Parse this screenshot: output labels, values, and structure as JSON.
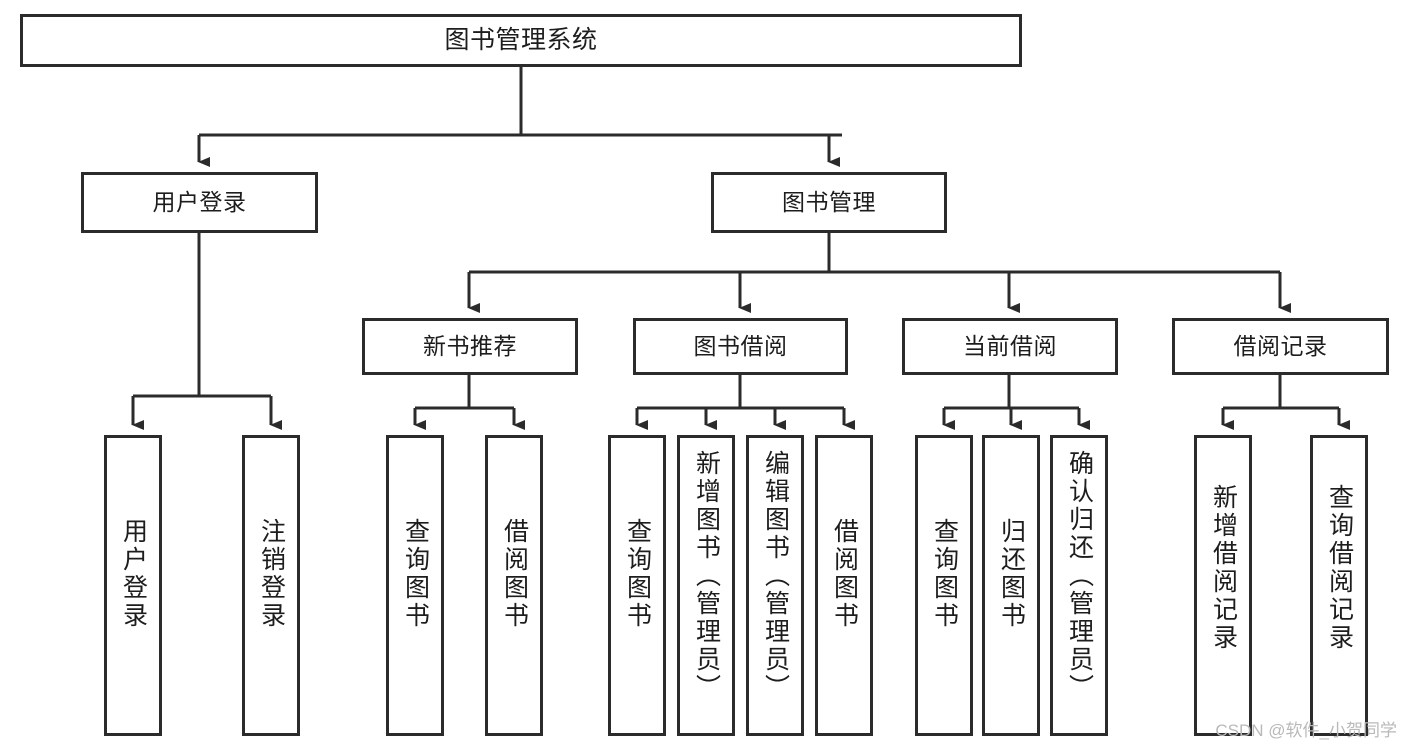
{
  "diagram": {
    "title": "图书管理系统",
    "type": "tree",
    "watermark": "CSDN @软件_小贺同学",
    "levels": {
      "root": {
        "label": "图书管理系统"
      },
      "level2": [
        {
          "id": "user-login",
          "label": "用户登录"
        },
        {
          "id": "book-manage",
          "label": "图书管理"
        }
      ],
      "level3": [
        {
          "id": "new-book-recommend",
          "label": "新书推荐",
          "parent": "book-manage"
        },
        {
          "id": "book-borrow",
          "label": "图书借阅",
          "parent": "book-manage"
        },
        {
          "id": "current-borrow",
          "label": "当前借阅",
          "parent": "book-manage"
        },
        {
          "id": "borrow-record",
          "label": "借阅记录",
          "parent": "book-manage"
        }
      ],
      "leaves": [
        {
          "id": "leaf-user-login",
          "label": "用户登录",
          "parent": "user-login"
        },
        {
          "id": "leaf-logout-login",
          "label": "注销登录",
          "parent": "user-login"
        },
        {
          "id": "leaf-query-book-1",
          "label": "查询图书",
          "parent": "new-book-recommend"
        },
        {
          "id": "leaf-borrow-book-1",
          "label": "借阅图书",
          "parent": "new-book-recommend"
        },
        {
          "id": "leaf-query-book-2",
          "label": "查询图书",
          "parent": "book-borrow"
        },
        {
          "id": "leaf-add-book",
          "label": "新增图书（管理员）",
          "parent": "book-borrow"
        },
        {
          "id": "leaf-edit-book",
          "label": "编辑图书（管理员）",
          "parent": "book-borrow"
        },
        {
          "id": "leaf-borrow-book-2",
          "label": "借阅图书",
          "parent": "book-borrow"
        },
        {
          "id": "leaf-query-book-3",
          "label": "查询图书",
          "parent": "current-borrow"
        },
        {
          "id": "leaf-return-book",
          "label": "归还图书",
          "parent": "current-borrow"
        },
        {
          "id": "leaf-confirm-return",
          "label": "确认归还（管理员）",
          "parent": "current-borrow"
        },
        {
          "id": "leaf-add-record",
          "label": "新增借阅记录",
          "parent": "borrow-record"
        },
        {
          "id": "leaf-query-record",
          "label": "查询借阅记录",
          "parent": "borrow-record"
        }
      ]
    },
    "colors": {
      "box_border": "#2b2b2b",
      "box_fill": "#ffffff",
      "connector": "#2b2b2b",
      "text": "#1d1d1d",
      "watermark": "#b9b9b9"
    }
  }
}
